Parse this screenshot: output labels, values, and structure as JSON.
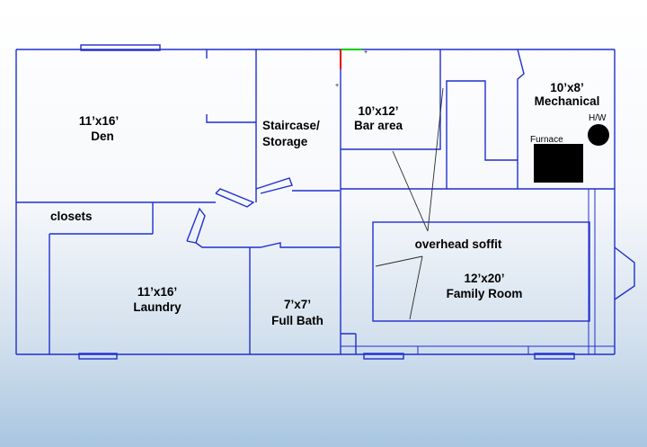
{
  "rooms": {
    "den": {
      "size": "11’x16’",
      "name": "Den"
    },
    "staircase": {
      "line1": "Staircase/",
      "line2": "Storage"
    },
    "bar": {
      "size": "10’x12’",
      "name": "Bar area"
    },
    "mechanical": {
      "size": "10’x8’",
      "name": "Mechanical"
    },
    "closets": {
      "name": "closets"
    },
    "laundry": {
      "size": "11’x16’",
      "name": "Laundry"
    },
    "bath": {
      "size": "7’x7’",
      "name": "Full Bath"
    },
    "family": {
      "size": "12’x20’",
      "name": "Family Room"
    }
  },
  "annotations": {
    "soffit": "overhead soffit",
    "hw": "H/W",
    "furnace": "Furnace"
  },
  "colors": {
    "walls": "#1f2fd0",
    "furnace": "#000000",
    "water_heater": "#000000",
    "marker_green": "#00cc00",
    "marker_red": "#e00000"
  }
}
